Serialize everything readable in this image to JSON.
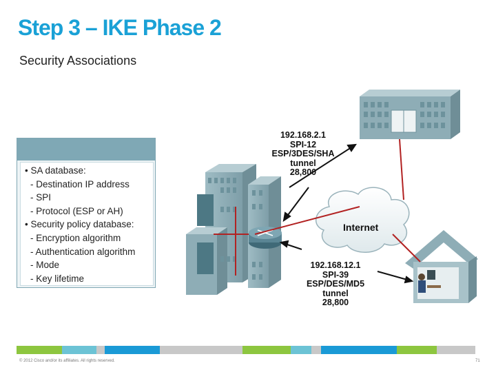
{
  "slide": {
    "title": "Step 3 – IKE Phase 2",
    "subtitle": "Security Associations"
  },
  "sa_panel": {
    "lines": [
      {
        "text": "• SA database:",
        "sub": false
      },
      {
        "text": "- Destination IP address",
        "sub": true
      },
      {
        "text": "- SPI",
        "sub": true
      },
      {
        "text": "- Protocol (ESP or AH)",
        "sub": true
      },
      {
        "text": "• Security policy database:",
        "sub": false
      },
      {
        "text": "- Encryption algorithm",
        "sub": true
      },
      {
        "text": "- Authentication algorithm",
        "sub": true
      },
      {
        "text": "- Mode",
        "sub": true
      },
      {
        "text": "- Key lifetime",
        "sub": true
      }
    ]
  },
  "diagram": {
    "internet_label": "Internet",
    "sa_top": [
      "192.168.2.1",
      "SPI-12",
      "ESP/3DES/SHA",
      "tunnel",
      "28,800"
    ],
    "sa_bottom": [
      "192.168.12.1",
      "SPI-39",
      "ESP/DES/MD5",
      "tunnel",
      "28,800"
    ]
  },
  "footer": {
    "copyright": "© 2012 Cisco and/or its affiliates. All rights reserved.",
    "page_number": "71",
    "bar_colors": [
      "#8dc63f",
      "#8dc63f",
      "#6cc3d5",
      "#c8c8c8",
      "#1a9ad6",
      "#1a9ad6",
      "#c8c8c8",
      "#8dc63f",
      "#6cc3d5",
      "#c8c8c8",
      "#1a9ad6",
      "#8dc63f",
      "#c8c8c8"
    ]
  },
  "colors": {
    "title": "#1aa1d6",
    "tunnel_line": "#b22222",
    "building": "#8aa9b2"
  }
}
